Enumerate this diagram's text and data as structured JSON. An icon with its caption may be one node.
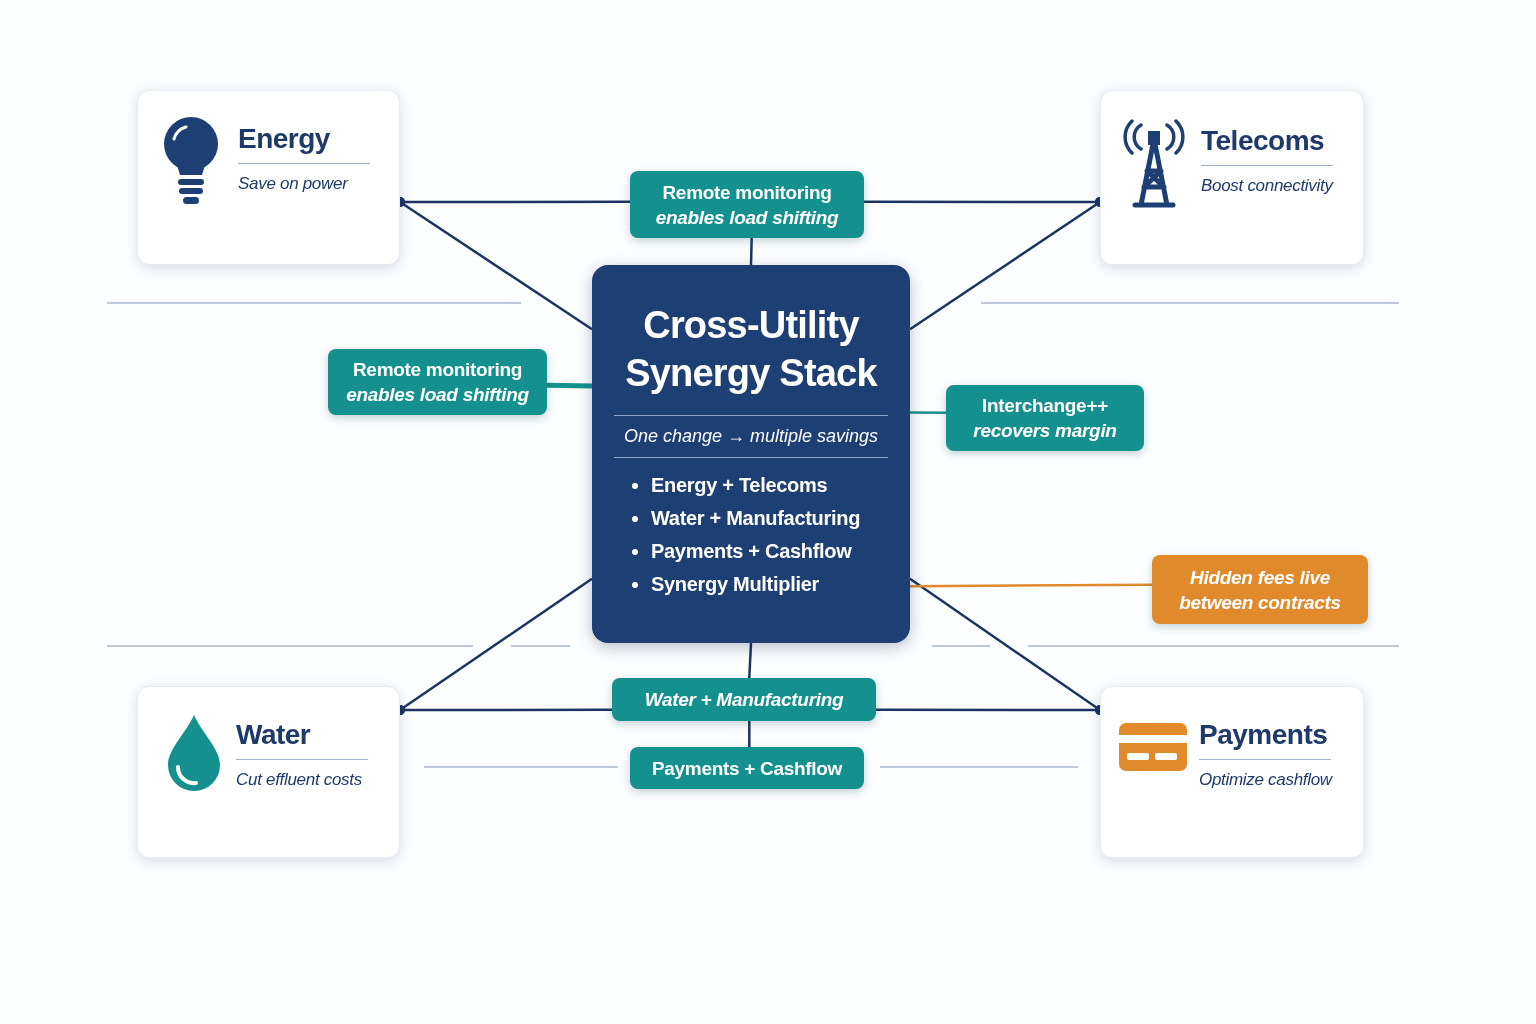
{
  "diagram": {
    "nodes": [
      {
        "text": [
          "Energy",
          "Save on power"
        ]
      },
      {
        "text": [
          "Telecoms",
          "Boost connectivity"
        ]
      },
      {
        "text": [
          "Cross-Utility Synergy Stack",
          "One change → multiple savings",
          "Energy + Telecoms",
          "Water + Manufacturing",
          "Payments + Cashflow",
          "Synergy Multiplier"
        ]
      },
      {
        "text": [
          "Water",
          "Cut effluent costs"
        ]
      },
      {
        "text": [
          "Payments",
          "Optimize cashflow"
        ]
      },
      {
        "text": [
          "Remote monitoring *enables load shifting*"
        ]
      },
      {
        "text": [
          "Remote monitoring *enables load shifting*"
        ]
      },
      {
        "text": [
          "Interchange++ *recovers margin*"
        ]
      },
      {
        "text": [
          "Hidden fees live between contracts"
        ]
      },
      {
        "text": [
          "Water + Manufacturing"
        ]
      },
      {
        "text": [
          "Payments + Cashflow"
        ]
      }
    ],
    "edges": [
      {
        "from": 0,
        "to": 2,
        "arrow": "other"
      },
      {
        "from": 0,
        "to": 5,
        "arrow": "other"
      },
      {
        "from": 1,
        "to": 2,
        "arrow": "other"
      },
      {
        "from": 1,
        "to": 5,
        "arrow": "other"
      },
      {
        "from": 3,
        "to": 2,
        "arrow": "other"
      },
      {
        "from": 3,
        "to": 9,
        "arrow": "other"
      },
      {
        "from": 4,
        "to": 2,
        "arrow": "other"
      },
      {
        "from": 4,
        "to": 9,
        "arrow": "other"
      },
      {
        "from": 5,
        "to": 2,
        "arrow": "none"
      },
      {
        "from": 6,
        "to": 2,
        "arrow": "none",
        "color": "#14908f",
        "style": "thick"
      },
      {
        "from": 7,
        "to": 2,
        "arrow": "none",
        "color": "#14908f"
      },
      {
        "from": 8,
        "to": 2,
        "arrow": "none",
        "color": "#e08a2b"
      },
      {
        "from": 2,
        "to": 9,
        "arrow": "none"
      },
      {
        "from": 9,
        "to": 10,
        "arrow": "none"
      }
    ]
  }
}
